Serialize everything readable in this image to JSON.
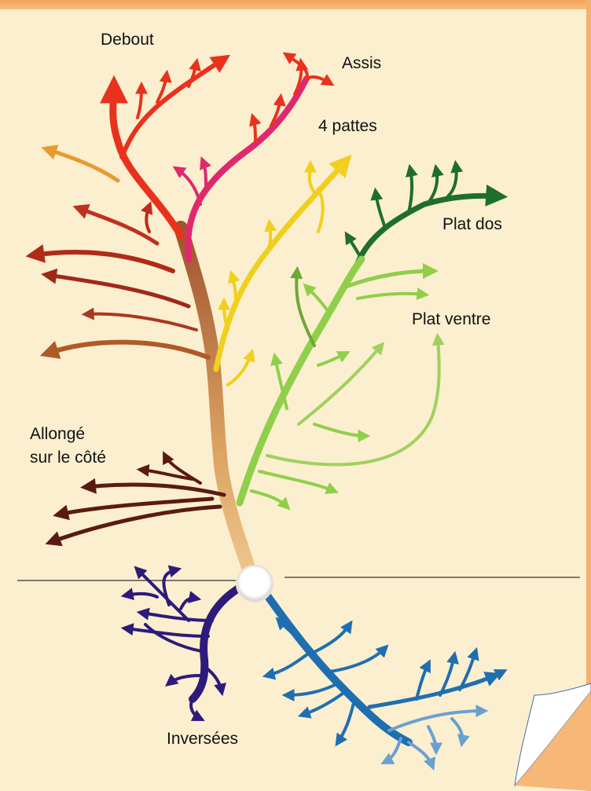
{
  "labels": {
    "debout": "Debout",
    "assis": "Assis",
    "quatre_pattes": "4 pattes",
    "plat_dos": "Plat dos",
    "plat_ventre": "Plat ventre",
    "allonge_line1": "Allongé",
    "allonge_line2": "sur le côté",
    "inversees": "Inversées"
  },
  "colors": {
    "background": "#fbefcf",
    "border": "#f4b06c",
    "debout": "#e8321e",
    "assis": "#e0286e",
    "quatre_pattes": "#f0cf1e",
    "plat_dos": "#1f6e2c",
    "plat_ventre": "#8fcf4a",
    "allonge": "#5a1a12",
    "trunk": "#c68a4a",
    "inversees_left": "#2e1a7a",
    "inversees_right": "#1f6fb0"
  }
}
